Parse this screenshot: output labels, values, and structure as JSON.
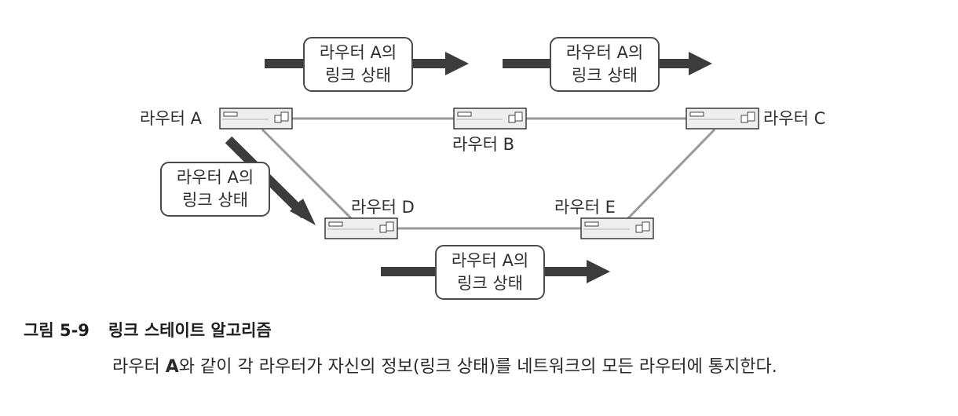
{
  "routers": {
    "A": {
      "label": "라우터 A"
    },
    "B": {
      "label": "라우터 B"
    },
    "C": {
      "label": "라우터 C"
    },
    "D": {
      "label": "라우터 D"
    },
    "E": {
      "label": "라우터 E"
    }
  },
  "message": {
    "line1": "라우터 A의",
    "line2": "링크 상태"
  },
  "caption": {
    "figure_number": "그림 5-9",
    "figure_title": "링크 스테이트 알고리즘",
    "text_prefix": "라우터 ",
    "text_bold": "A",
    "text_rest": "와 같이 각 라우터가 자신의 정보(링크 상태)를 네트워크의 모든 라우터에 통지한다."
  },
  "colors": {
    "link_line": "#9a9a9a",
    "arrow": "#3c3c3c",
    "router_body": "#eeeeee",
    "router_border": "#3a3a3a"
  }
}
